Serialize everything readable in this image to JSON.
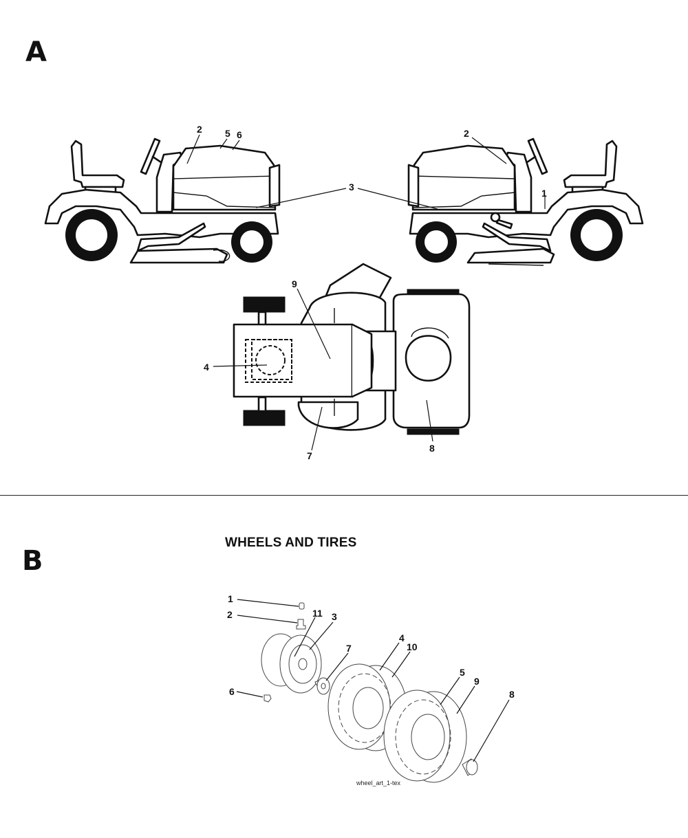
{
  "section_a": {
    "letter": "A",
    "callouts": {
      "left_view": [
        "2",
        "5",
        "6"
      ],
      "shared": "3",
      "right_view": [
        "2",
        "1"
      ],
      "top_view": [
        "9",
        "4",
        "7",
        "8"
      ]
    }
  },
  "section_b": {
    "letter": "B",
    "title": "WHEELS AND TIRES",
    "callouts": [
      "1",
      "2",
      "11",
      "3",
      "7",
      "4",
      "10",
      "6",
      "5",
      "9",
      "8"
    ],
    "caption": "wheel_art_1-tex"
  }
}
